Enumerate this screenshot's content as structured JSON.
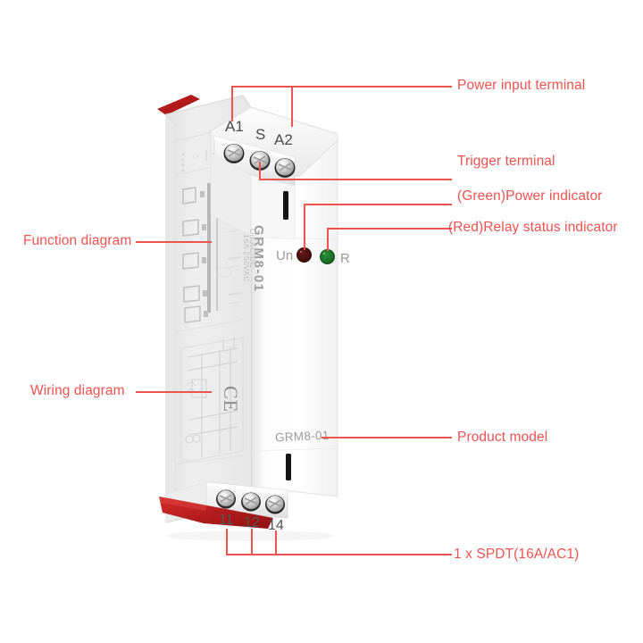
{
  "image": {
    "subject": "GRM8-01 DIN-rail relay module annotated product diagram",
    "accent_color": "#ef5350",
    "body_color": "#f2f2f2"
  },
  "annotations": [
    {
      "id": "power-input-terminal",
      "label": "Power input terminal"
    },
    {
      "id": "trigger-terminal",
      "label": "Trigger terminal"
    },
    {
      "id": "power-indicator",
      "label": "(Green)Power indicator"
    },
    {
      "id": "relay-status-indicator",
      "label": "(Red)Relay status indicator"
    },
    {
      "id": "product-model",
      "label": "Product model"
    },
    {
      "id": "contact-rating",
      "label": "1 x SPDT(16A/AC1)"
    },
    {
      "id": "function-diagram",
      "label": "Function diagram"
    },
    {
      "id": "wiring-diagram",
      "label": "Wiring diagram"
    }
  ],
  "device": {
    "model_front": "GRM8-01",
    "model_side": "GRM8-01",
    "side_spec_line_1": "Un:AC/DC",
    "side_spec_line_2": "16A 250VAC",
    "ce_mark": "CE",
    "top_terminals": [
      {
        "name": "A1",
        "label": "A1"
      },
      {
        "name": "S",
        "label": "S"
      },
      {
        "name": "A2",
        "label": "A2"
      }
    ],
    "bottom_terminals": [
      {
        "name": "11",
        "label": "11"
      },
      {
        "name": "12",
        "label": "12"
      },
      {
        "name": "14",
        "label": "14"
      }
    ],
    "indicators": [
      {
        "name": "relay-status-led",
        "label": "Un",
        "color": "#521212",
        "side": "left"
      },
      {
        "name": "power-led",
        "label": "R",
        "color": "#1f7a2c",
        "side": "right"
      }
    ]
  }
}
